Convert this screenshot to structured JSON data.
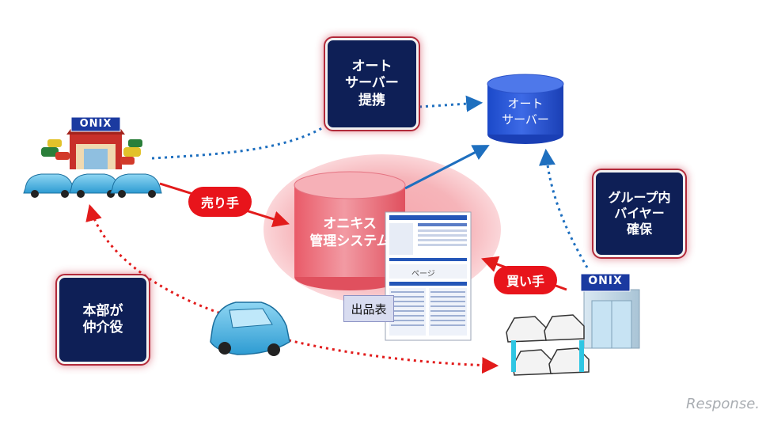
{
  "boxes": {
    "auto_server_partner": [
      "オート",
      "サーバー",
      "提携"
    ],
    "group_buyer": [
      "グループ内",
      "バイヤー",
      "確保"
    ],
    "hq_mediator": [
      "本部が",
      "仲介役"
    ]
  },
  "database": {
    "auto_server": [
      "オート",
      "サーバー"
    ],
    "onix_system": [
      "オニキス",
      "管理システム"
    ]
  },
  "roles": {
    "seller": "売り手",
    "buyer": "買い手"
  },
  "store_sign": "ONIX",
  "listing_label": "出品表",
  "doc_page_label": "ページ",
  "watermark": "Response."
}
